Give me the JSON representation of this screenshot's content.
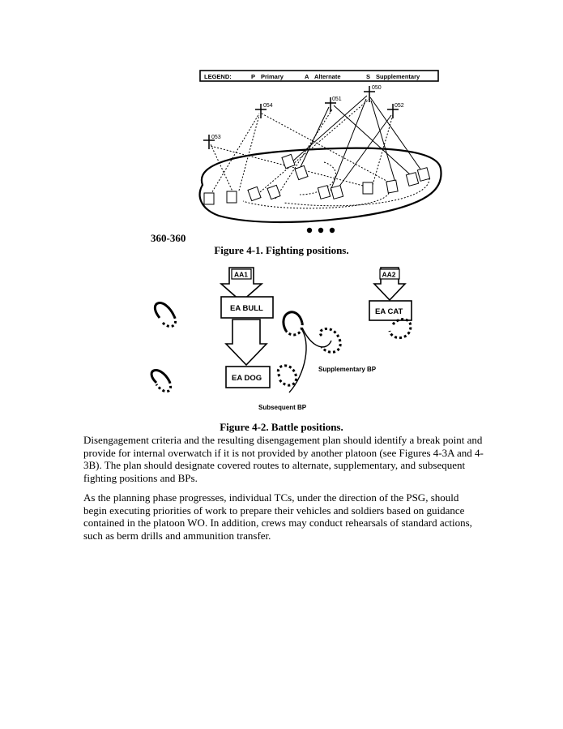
{
  "figure1": {
    "legend": {
      "title": "LEGEND:",
      "items": [
        {
          "symbol": "P",
          "label": "Primary"
        },
        {
          "symbol": "A",
          "label": "Alternate"
        },
        {
          "symbol": "S",
          "label": "Supplementary"
        }
      ]
    },
    "points": [
      "050",
      "051",
      "052",
      "053",
      "054"
    ],
    "image_id": "360-360",
    "caption": "Figure 4-1. Fighting positions."
  },
  "figure2": {
    "avenues": [
      "AA1",
      "AA2"
    ],
    "engagement_areas": [
      "EA BULL",
      "EA DOG",
      "EA CAT"
    ],
    "labels": {
      "supplementary": "Supplementary BP",
      "subsequent": "Subsequent BP"
    },
    "caption": "Figure 4-2. Battle positions."
  },
  "paragraphs": [
    "Disengagement criteria and the resulting disengagement plan should identify a break point and provide for internal overwatch if it is not provided by another platoon (see Figures 4-3A and 4-3B). The plan should designate covered routes to alternate, supplementary, and subsequent fighting positions and BPs.",
    "As the planning phase progresses, individual TCs, under the direction of the PSG, should begin executing priorities of work to prepare their vehicles and soldiers based on guidance contained in the platoon WO. In addition, crews may conduct rehearsals of standard actions, such as berm drills and ammunition transfer."
  ]
}
